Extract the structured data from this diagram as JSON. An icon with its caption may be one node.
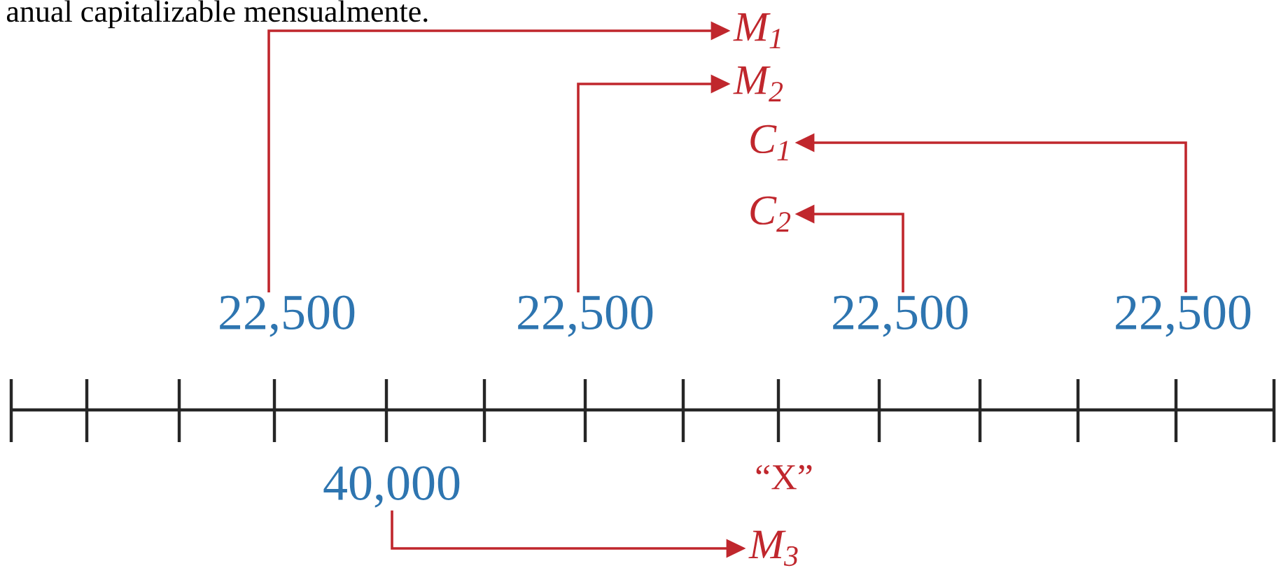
{
  "diagram": {
    "nodes": [
      {
        "text": [
          "22,500"
        ]
      },
      {
        "text": [
          "22,500"
        ]
      },
      {
        "text": [
          "22,500"
        ]
      },
      {
        "text": [
          "22,500"
        ]
      },
      {
        "text": [
          "40,000"
        ]
      },
      {
        "text": [
          "M$_{1}$"
        ]
      },
      {
        "text": [
          "M$_{2}$"
        ]
      },
      {
        "text": [
          "C$_{1}$"
        ]
      },
      {
        "text": [
          "C$_{2}$"
        ]
      },
      {
        "text": [
          "M$_{3}$"
        ]
      }
    ],
    "edges": [
      {
        "from": 0,
        "to": 5,
        "arrow": "to"
      },
      {
        "from": 1,
        "to": 6,
        "arrow": "to"
      },
      {
        "from": 3,
        "to": 7,
        "arrow": "to"
      },
      {
        "from": 2,
        "to": 8,
        "arrow": "to"
      },
      {
        "from": 4,
        "to": 9,
        "arrow": "to"
      }
    ],
    "labels": [
      "anual capitalizable mensualmente.",
      "“X”"
    ]
  }
}
